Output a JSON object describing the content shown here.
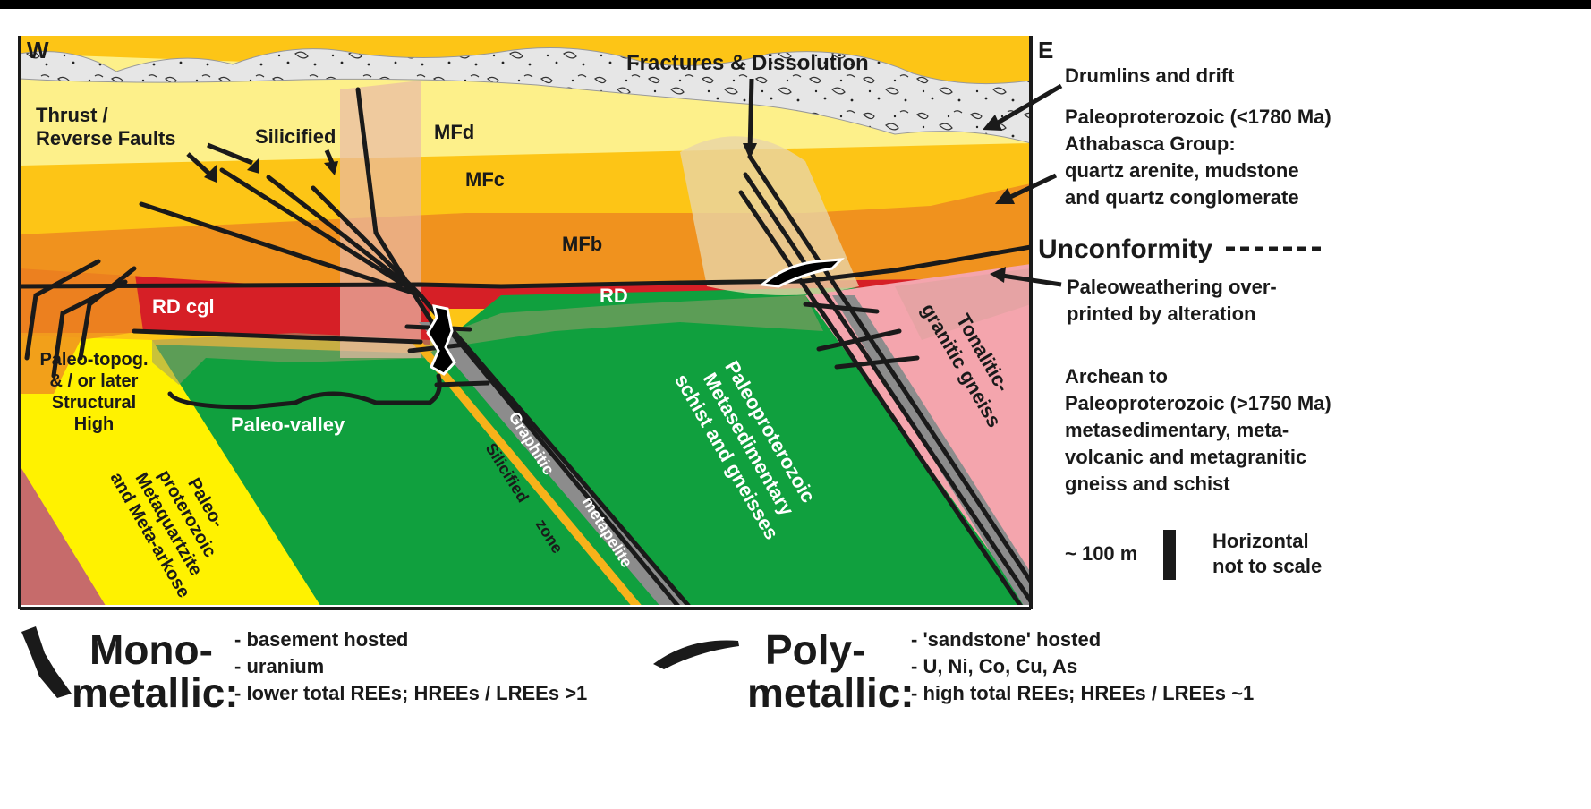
{
  "orientation": {
    "west": "W",
    "east": "E"
  },
  "top_labels": {
    "fractures": "Fractures & Dissolution",
    "thrust_line1": "Thrust /",
    "thrust_line2": "Reverse Faults",
    "silicified": "Silicified"
  },
  "units": {
    "mfd": "MFd",
    "mfc": "MFc",
    "mfb": "MFb",
    "rd": "RD",
    "rd_cgl": "RD cgl",
    "paleo_valley": "Paleo-valley",
    "topog": [
      "Paleo-topog.",
      "& / or later",
      "Structural",
      "High"
    ],
    "meta_quartzite": [
      "Paleo-",
      "proterozoic",
      "Metaquartzite",
      "and Meta-arkose"
    ],
    "schist": [
      "Paleoproterozoic",
      "Metasedimentary",
      "schist and gneisses"
    ],
    "tonalitic": [
      "Tonalitic-",
      "granitic gneiss"
    ],
    "graphitic": "Graphitic",
    "metapelite": "metapelite",
    "silicified_zone_1": "Silicified",
    "silicified_zone_2": "zone"
  },
  "side_labels": {
    "drumlins": "Drumlins and drift",
    "athabasca": [
      "Paleoproterozoic (<1780 Ma)",
      "Athabasca Group:",
      "quartz arenite, mudstone",
      "and quartz conglomerate"
    ],
    "unconformity": "Unconformity",
    "paleoweathering": [
      "Paleoweathering over-",
      "printed by alteration"
    ],
    "archean": [
      "Archean to",
      "Paleoproterozoic (>1750 Ma)",
      "metasedimentary, meta-",
      "volcanic and metagranitic",
      "gneiss and schist"
    ],
    "scale": "~ 100 m",
    "horizontal": [
      "Horizontal",
      "not to scale"
    ]
  },
  "legend": {
    "mono_title": [
      "Mono-",
      "metallic:"
    ],
    "mono_items": [
      "- basement hosted",
      "- uranium",
      "- lower total REEs; HREEs / LREEs >1"
    ],
    "poly_title": [
      "Poly-",
      "metallic:"
    ],
    "poly_items": [
      "- 'sandstone' hosted",
      "- U, Ni, Co, Cu, As",
      "- high total REEs; HREEs / LREEs ~1"
    ]
  },
  "colors": {
    "mfd": "#fdf08a",
    "mfc": "#fdc516",
    "mfb": "#f0921e",
    "rd": "#d61f26",
    "basement_green": "#10a03e",
    "quartzite_yellow": "#fff200",
    "tonalite_pink": "#f4a5ad",
    "left_wedge": "#c66b6b",
    "drift": "#e6e6e6",
    "graphitic_gray": "#8c8c8c",
    "silicified_zone": "#f7b21a",
    "alteration_halo": "#e8c9a0"
  }
}
